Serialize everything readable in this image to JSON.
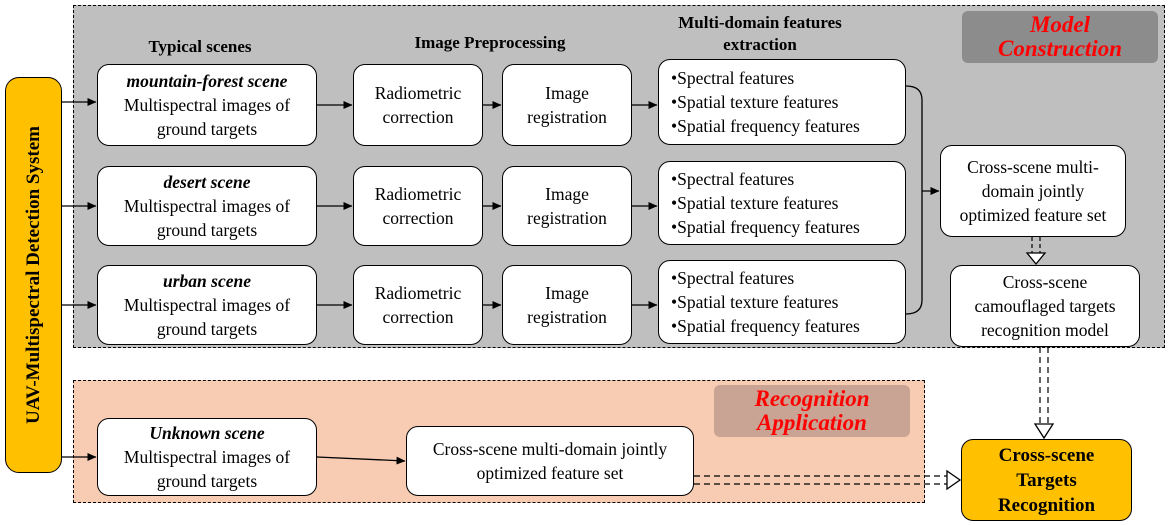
{
  "uav_system": "UAV-Multispectral Detection System",
  "model_construction": {
    "tag_line1": "Model",
    "tag_line2": "Construction"
  },
  "recognition_application": {
    "tag_line1": "Recognition",
    "tag_line2": "Application"
  },
  "headers": {
    "typical_scenes": "Typical scenes",
    "image_preprocessing": "Image Preprocessing",
    "features_line1": "Multi-domain features",
    "features_line2": "extraction"
  },
  "rows": [
    {
      "scene": "mountain-forest scene",
      "desc_line1": "Multispectral images of",
      "desc_line2": "ground targets",
      "radiometric_line1": "Radiometric",
      "radiometric_line2": "correction",
      "registration_line1": "Image",
      "registration_line2": "registration",
      "features": [
        "•Spectral features",
        "•Spatial texture features",
        "•Spatial frequency features"
      ]
    },
    {
      "scene": "desert scene",
      "desc_line1": "Multispectral images of",
      "desc_line2": "ground targets",
      "radiometric_line1": "Radiometric",
      "radiometric_line2": "correction",
      "registration_line1": "Image",
      "registration_line2": "registration",
      "features": [
        "•Spectral features",
        "•Spatial texture features",
        "•Spatial frequency features"
      ]
    },
    {
      "scene": "urban scene",
      "desc_line1": "Multispectral images of",
      "desc_line2": "ground targets",
      "radiometric_line1": "Radiometric",
      "radiometric_line2": "correction",
      "registration_line1": "Image",
      "registration_line2": "registration",
      "features": [
        "•Spectral features",
        "•Spatial texture features",
        "•Spatial frequency features"
      ]
    }
  ],
  "joint_feature_set": {
    "line1": "Cross-scene multi-",
    "line2": "domain jointly",
    "line3": "optimized feature set"
  },
  "recognition_model": {
    "line1": "Cross-scene",
    "line2": "camouflaged targets",
    "line3": "recognition model"
  },
  "unknown": {
    "scene": "Unknown scene",
    "desc_line1": "Multispectral images of",
    "desc_line2": "ground targets"
  },
  "unknown_feature_set": {
    "line1": "Cross-scene multi-domain jointly",
    "line2": "optimized feature set"
  },
  "result": {
    "line1": "Cross-scene",
    "line2": "Targets",
    "line3": "Recognition"
  }
}
